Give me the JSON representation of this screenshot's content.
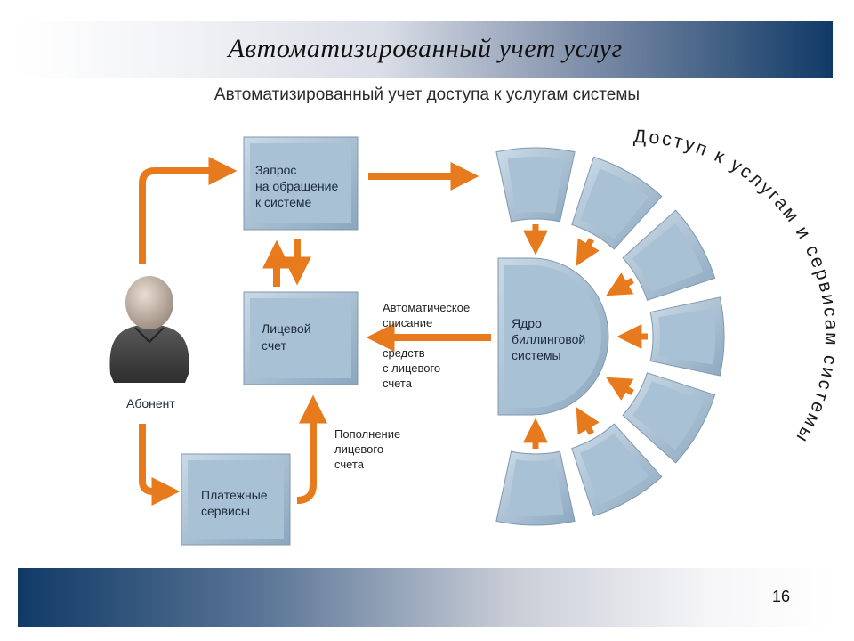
{
  "slide": {
    "title": "Автоматизированный учет услуг",
    "subtitle": "Автоматизированный учет доступа к услугам системы",
    "page_number": "16"
  },
  "diagram": {
    "boxes": {
      "request": [
        "Запрос",
        "на обращение",
        "к системе"
      ],
      "account": [
        "Лицевой",
        "счет"
      ],
      "payment": [
        "Платежные",
        "сервисы"
      ],
      "core": [
        "Ядро",
        "биллинговой",
        "системы"
      ]
    },
    "subscriber_label": "Абонент",
    "notes": {
      "auto_debit": [
        "Автоматическое",
        "списание",
        "средств",
        "с лицевого",
        "счета"
      ],
      "top_up": [
        "Пополнение",
        "лицевого",
        "счета"
      ]
    },
    "ring_label": "Доступ к услугам и сервисам системы",
    "colors": {
      "arrow": "#e87a1e",
      "box_fill": "#9fb8cd",
      "box_inner": "#b6cbdc",
      "title_dark": "#103a66"
    }
  }
}
